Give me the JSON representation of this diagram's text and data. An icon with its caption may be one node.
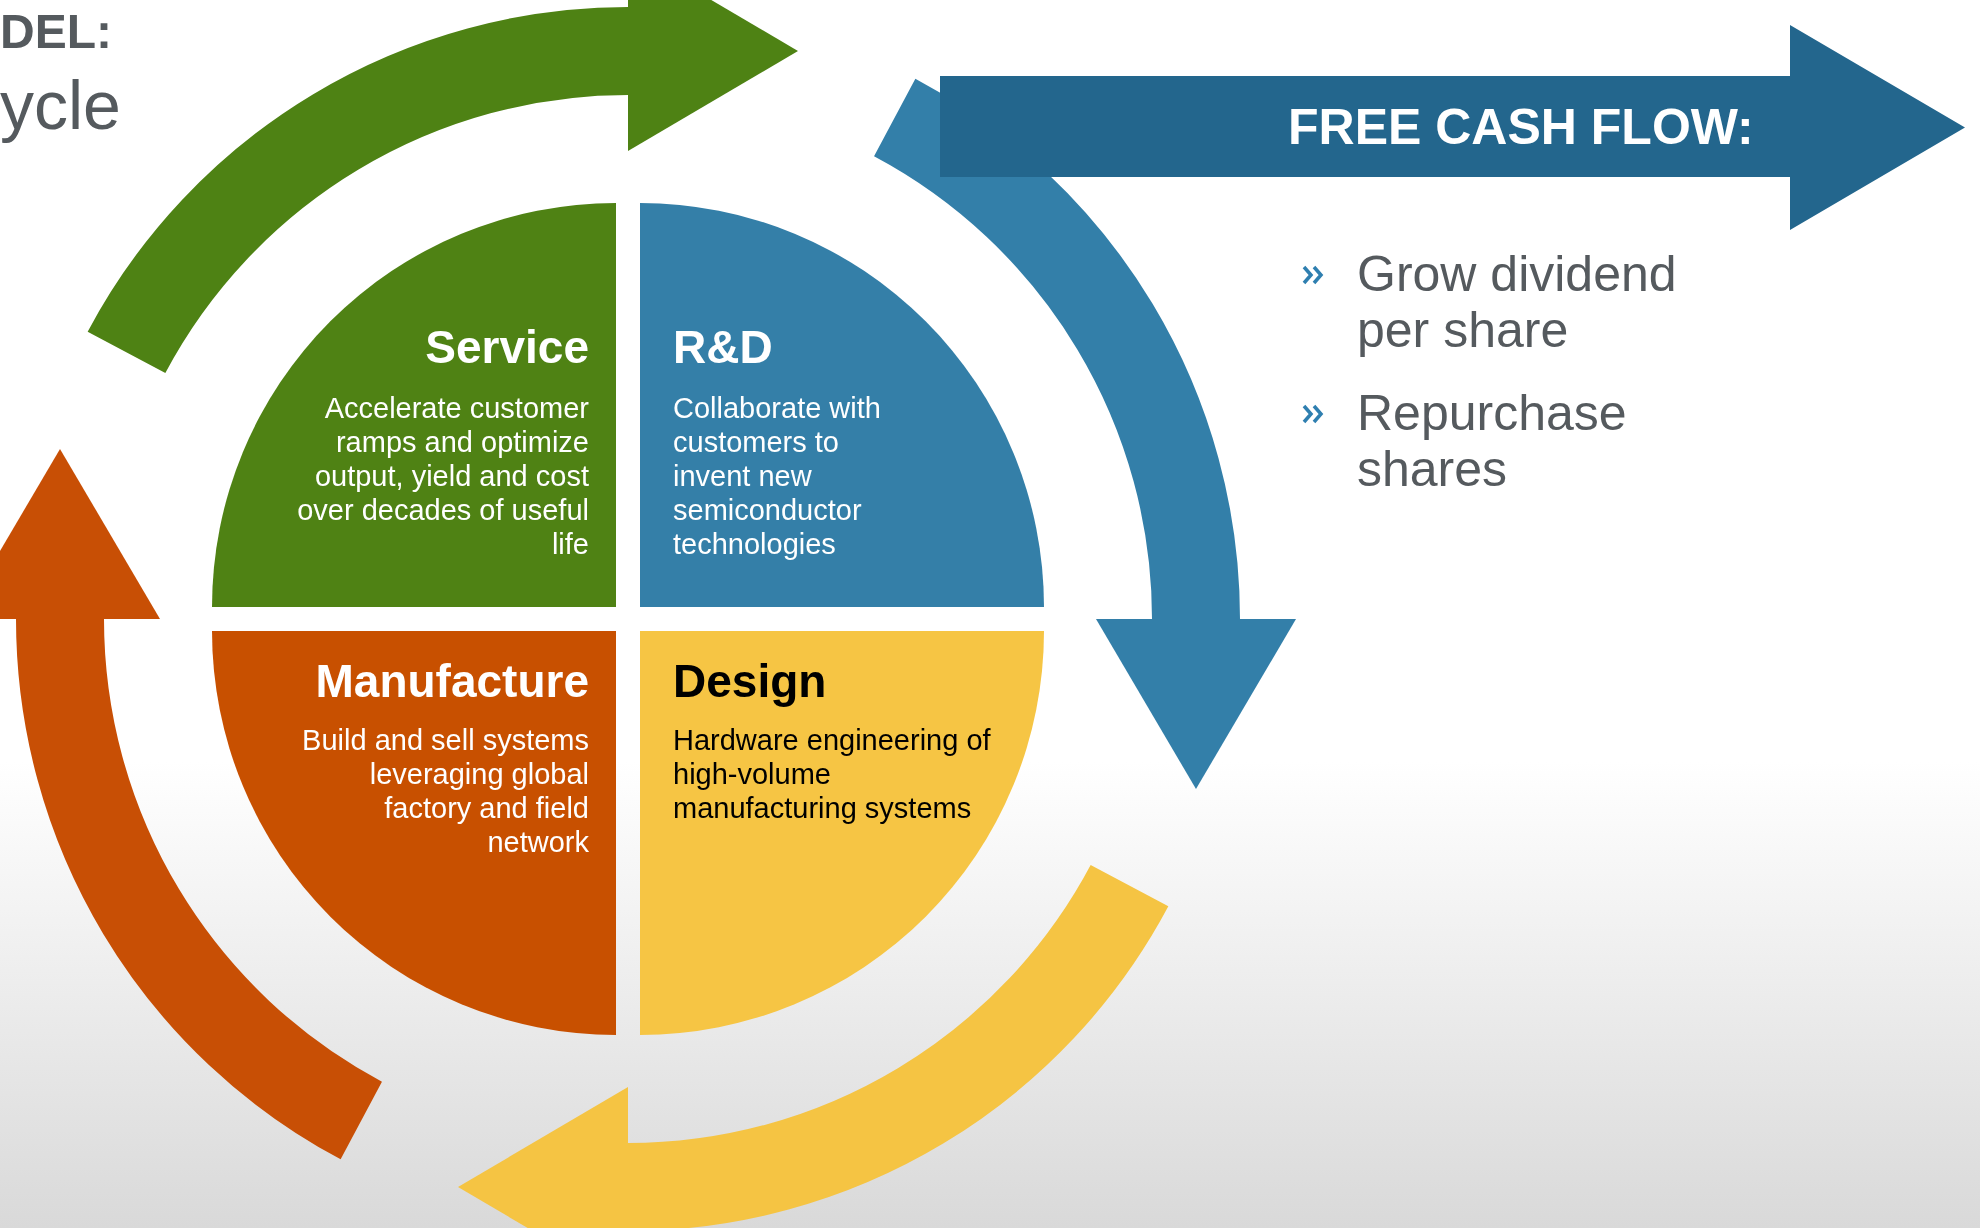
{
  "diagram": {
    "nodes": [
      {
        "text": [
          "Service",
          "Accelerate customer ramps and optimize output, yield and cost over decades of useful life"
        ]
      },
      {
        "text": [
          "R&D",
          "Collaborate with customers to invent new semiconductor technologies"
        ]
      },
      {
        "text": [
          "Manufacture",
          "Build and sell systems leveraging global factory and field network"
        ]
      },
      {
        "text": [
          "Design",
          "Hardware engineering of high-volume manufacturing systems"
        ]
      },
      {
        "text": [
          "FREE CASH FLOW:"
        ],
        "beside": [
          "Grow dividend per share",
          "Repurchase shares"
        ]
      }
    ],
    "labels": [
      "DEL:",
      "ycle"
    ]
  }
}
